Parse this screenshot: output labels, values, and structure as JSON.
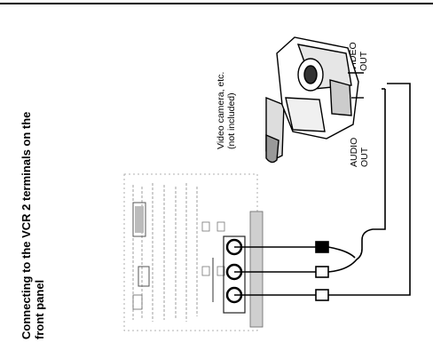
{
  "page": {
    "title_line1": "Connecting to the VCR 2 terminals on the",
    "title_line2": "front panel",
    "camera_label_line1": "Video camera, etc.",
    "camera_label_line2": "(not included)",
    "video_out_line1": "VIDEO",
    "video_out_line2": "OUT",
    "audio_out_line1": "AUDIO",
    "audio_out_line2": "OUT"
  }
}
